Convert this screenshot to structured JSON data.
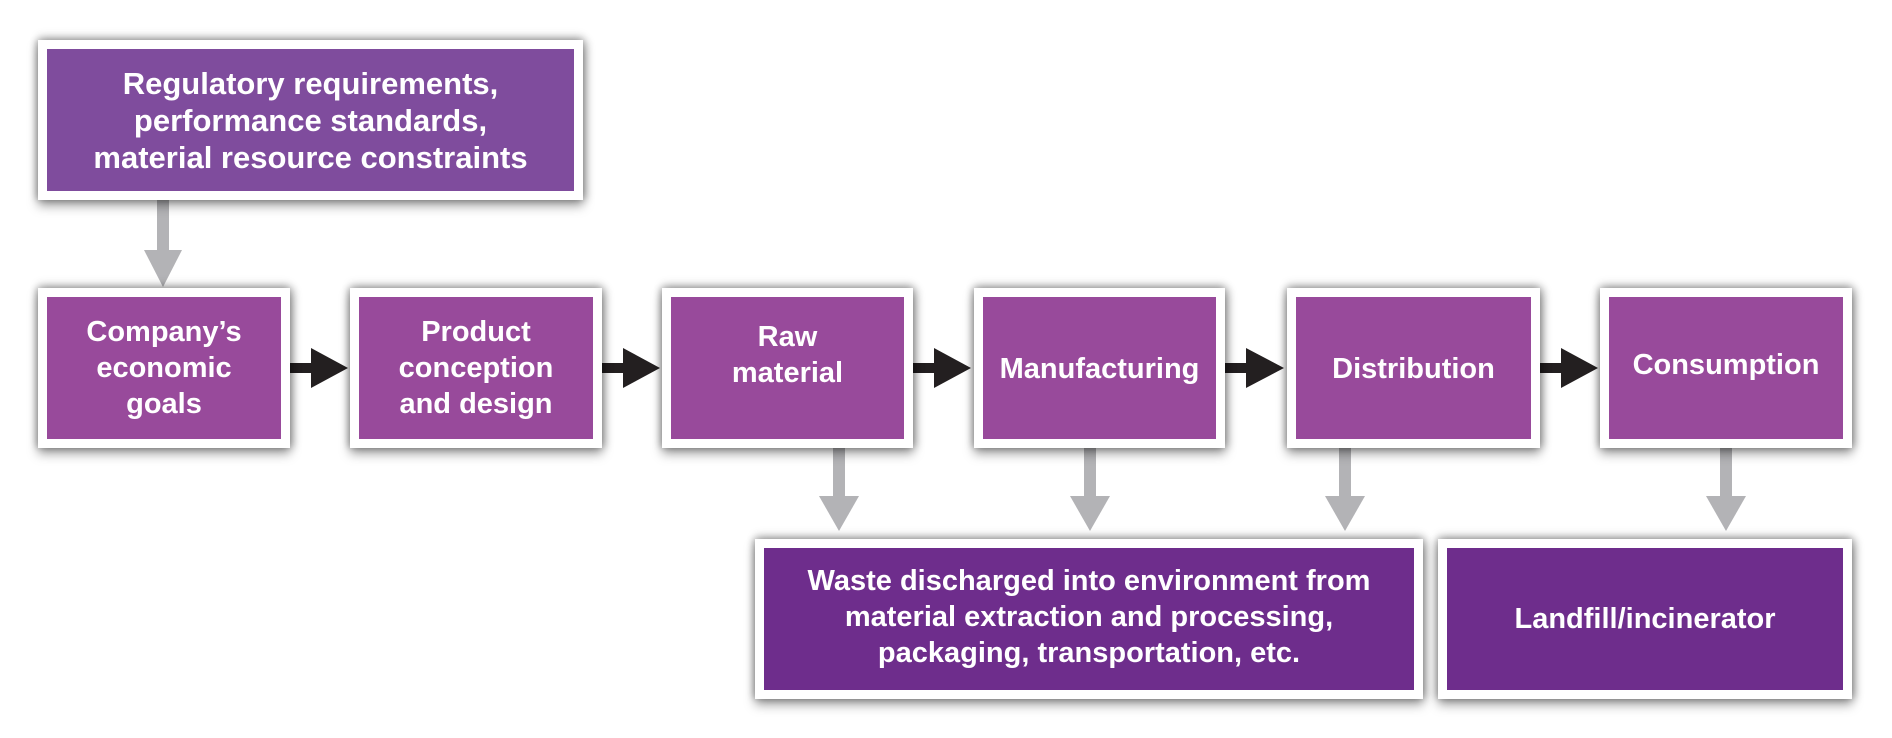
{
  "diagram": {
    "top_box": {
      "id": "constraints",
      "lines": [
        "Regulatory requirements,",
        "performance standards,",
        "material resource constraints"
      ]
    },
    "process_steps": [
      {
        "id": "economic-goals",
        "lines": [
          "Company’s",
          "economic",
          "goals"
        ]
      },
      {
        "id": "product-design",
        "lines": [
          "Product",
          "conception",
          "and design"
        ]
      },
      {
        "id": "raw-material",
        "lines": [
          "Raw",
          "material"
        ]
      },
      {
        "id": "manufacturing",
        "lines": [
          "Manufacturing"
        ]
      },
      {
        "id": "distribution",
        "lines": [
          "Distribution"
        ]
      },
      {
        "id": "consumption",
        "lines": [
          "Consumption"
        ]
      }
    ],
    "outputs": [
      {
        "id": "waste",
        "lines": [
          "Waste discharged into environment from",
          "material extraction and processing,",
          "packaging, transportation, etc."
        ]
      },
      {
        "id": "landfill",
        "lines": [
          "Landfill/incinerator"
        ]
      }
    ],
    "edges": [
      {
        "from": "constraints",
        "to": "economic-goals",
        "style": "gray"
      },
      {
        "from": "economic-goals",
        "to": "product-design",
        "style": "black"
      },
      {
        "from": "product-design",
        "to": "raw-material",
        "style": "black"
      },
      {
        "from": "raw-material",
        "to": "manufacturing",
        "style": "black"
      },
      {
        "from": "manufacturing",
        "to": "distribution",
        "style": "black"
      },
      {
        "from": "distribution",
        "to": "consumption",
        "style": "black"
      },
      {
        "from": "raw-material",
        "to": "waste",
        "style": "gray"
      },
      {
        "from": "manufacturing",
        "to": "waste",
        "style": "gray"
      },
      {
        "from": "distribution",
        "to": "waste",
        "style": "gray"
      },
      {
        "from": "consumption",
        "to": "landfill",
        "style": "gray"
      }
    ],
    "colors": {
      "top_box": "#7f4c9d",
      "process_box": "#984a9b",
      "output_box": "#6e2d8c",
      "flow_arrow": "#231f20",
      "feed_arrow": "#b3b3b6"
    }
  }
}
